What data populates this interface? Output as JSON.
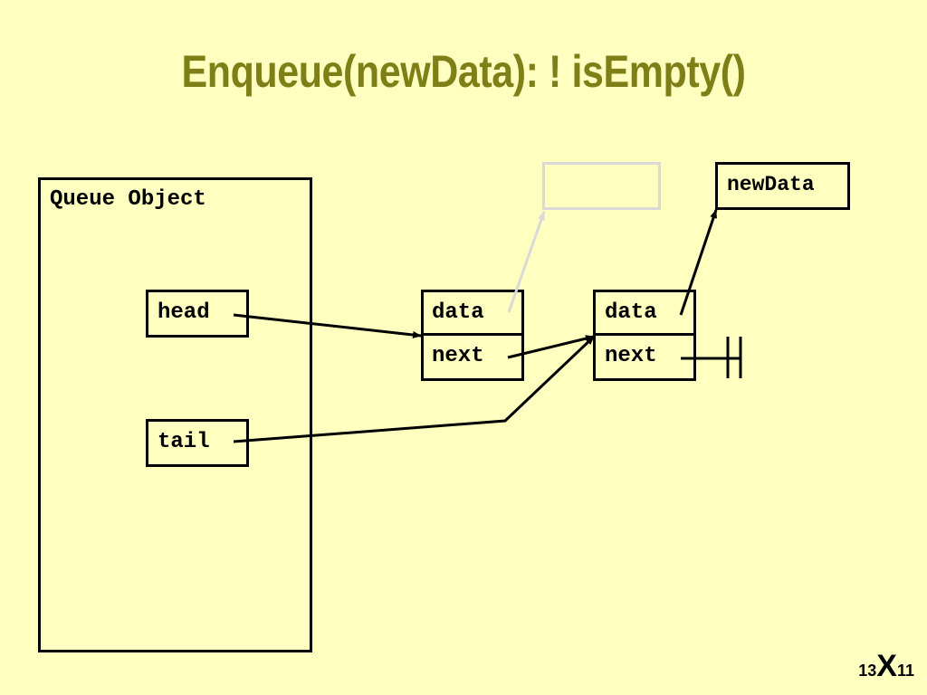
{
  "title": "Enqueue(newData): ! isEmpty()",
  "queue_object": {
    "label": "Queue Object"
  },
  "head": {
    "label": "head"
  },
  "tail": {
    "label": "tail"
  },
  "node1": {
    "data_label": "data",
    "next_label": "next"
  },
  "node2": {
    "data_label": "data",
    "next_label": "next"
  },
  "new_data": {
    "label": "newData"
  },
  "page_number": {
    "left": "13",
    "mark": "X",
    "right": "11"
  },
  "colors": {
    "background": "#FFFFC0",
    "title": "#7F7F17",
    "ghost": "#D9D9D9"
  }
}
